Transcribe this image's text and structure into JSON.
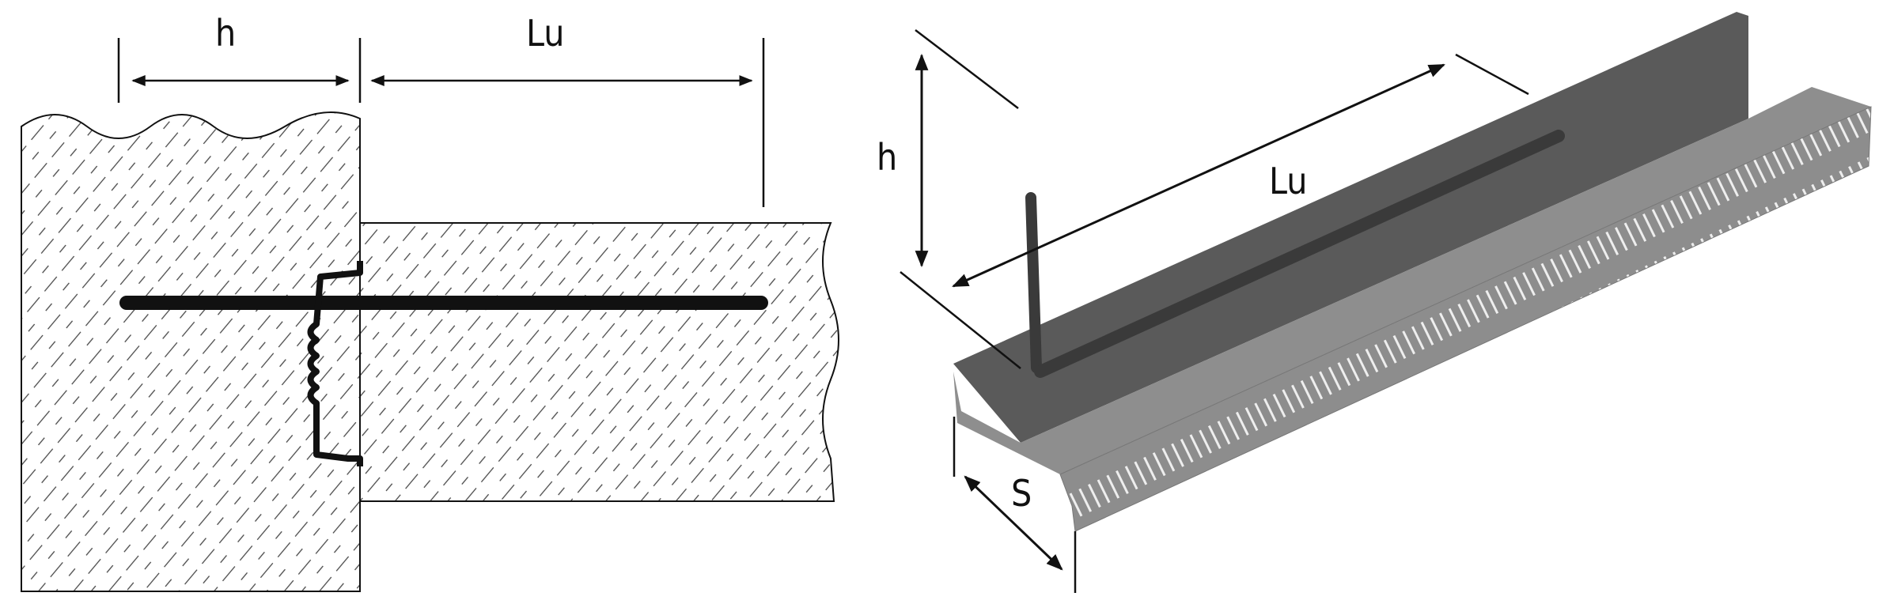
{
  "left_diagram": {
    "dim_h_label": "h",
    "dim_lu_label": "Lu"
  },
  "right_diagram": {
    "dim_h_label": "h",
    "dim_lu_label": "Lu",
    "dim_s_label": "S"
  },
  "colors": {
    "line": "#111111",
    "profile_face": "#8a8a8a",
    "profile_dark": "#555555",
    "rebar": "#3a3a3a"
  }
}
